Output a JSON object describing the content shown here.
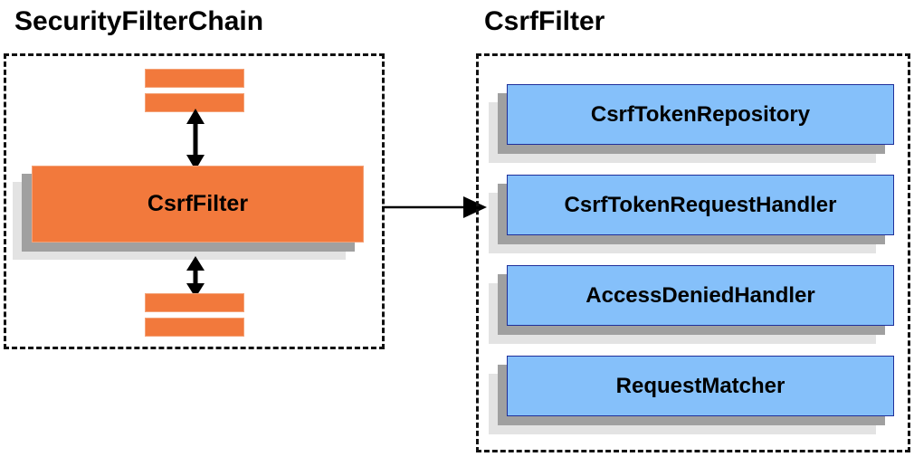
{
  "diagram": {
    "title_left": "SecurityFilterChain",
    "title_right": "CsrfFilter",
    "colors": {
      "orange": "#F2793C",
      "orange_border": "#F4A378",
      "blue": "#85C0FA",
      "blue_border": "#1F2F9A",
      "shadow_near": "#A0A0A0",
      "shadow_far": "#E3E3E3",
      "outline": "#111111",
      "text": "#000000",
      "background": "#FFFFFF"
    }
  },
  "security_filter_chain": {
    "panel_label": "SecurityFilterChain",
    "main_filter_label": "CsrfFilter",
    "filters_above": [
      "",
      ""
    ],
    "filters_below": [
      "",
      ""
    ],
    "arrow_above": "bidirectional-vertical-arrow",
    "arrow_below": "bidirectional-vertical-arrow"
  },
  "csrf_filter": {
    "panel_label": "CsrfFilter",
    "collaborators": [
      {
        "label": "CsrfTokenRepository"
      },
      {
        "label": "CsrfTokenRequestHandler"
      },
      {
        "label": "AccessDeniedHandler"
      },
      {
        "label": "RequestMatcher"
      }
    ]
  },
  "connector": {
    "from": "SecurityFilterChain.CsrfFilter",
    "to": "CsrfFilter panel",
    "style": "single-headed-arrow-right"
  }
}
